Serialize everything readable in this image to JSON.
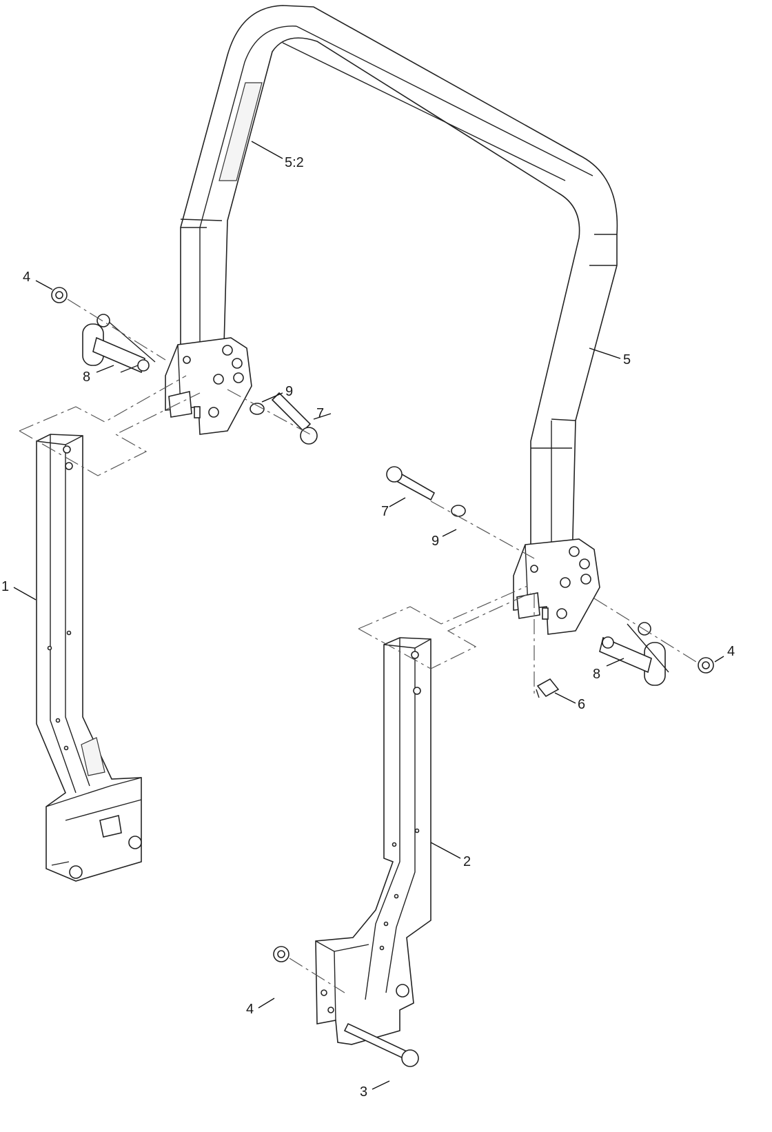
{
  "callouts": {
    "c1": "1",
    "c2": "2",
    "c3": "3",
    "c4a": "4",
    "c4b": "4",
    "c4c": "4",
    "c5": "5",
    "c5_2": "5:2",
    "c6": "6",
    "c7a": "7",
    "c7b": "7",
    "c8a": "8",
    "c8b": "8",
    "c9a": "9",
    "c9b": "9"
  }
}
